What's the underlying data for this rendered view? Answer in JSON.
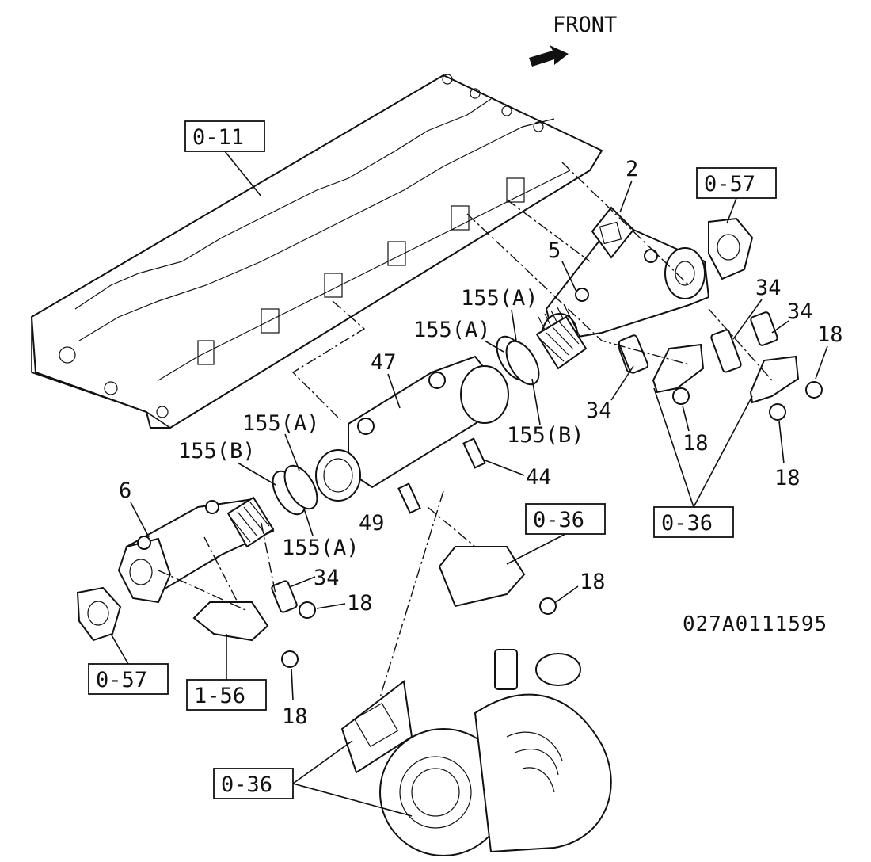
{
  "direction_label": "FRONT",
  "drawing_number": "027A0111595",
  "refs": {
    "r011": "0-11",
    "r057_top": "0-57",
    "r036_right": "0-36",
    "r036_mid": "0-36",
    "r057_left": "0-57",
    "r156": "1-56",
    "r036_bottom": "0-36"
  },
  "callouts": {
    "c2": "2",
    "c5": "5",
    "c34_a": "34",
    "c34_b": "34",
    "c18_a": "18",
    "c155a_1": "155(A)",
    "c155a_2": "155(A)",
    "c47": "47",
    "c155b_1": "155(B)",
    "c34_c": "34",
    "c18_b": "18",
    "c18_c": "18",
    "c155a_3": "155(A)",
    "c155b_2": "155(B)",
    "c44": "44",
    "c6": "6",
    "c49": "49",
    "c155a_4": "155(A)",
    "c34_d": "34",
    "c18_d": "18",
    "c18_e": "18",
    "c18_f": "18"
  }
}
